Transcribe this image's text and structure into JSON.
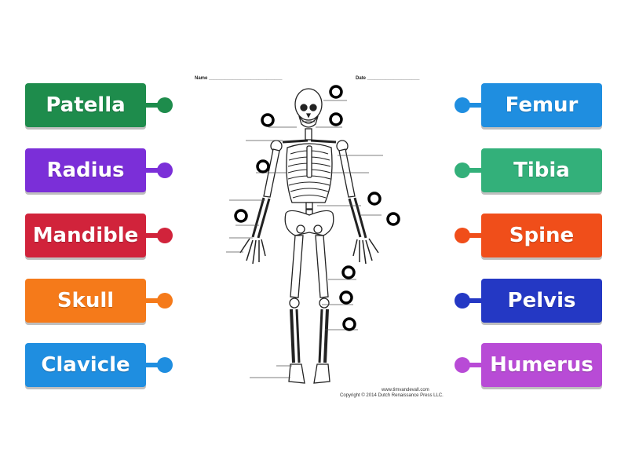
{
  "left_tiles": [
    {
      "label": "Patella",
      "color": "#1e8c4c"
    },
    {
      "label": "Radius",
      "color": "#7b2fd8"
    },
    {
      "label": "Mandible",
      "color": "#d1233b"
    },
    {
      "label": "Skull",
      "color": "#f57a1a"
    },
    {
      "label": "Clavicle",
      "color": "#1f8ee0"
    }
  ],
  "right_tiles": [
    {
      "label": "Femur",
      "color": "#1f8ee0"
    },
    {
      "label": "Tibia",
      "color": "#33b07a"
    },
    {
      "label": "Spine",
      "color": "#f04e1a"
    },
    {
      "label": "Pelvis",
      "color": "#2438c4"
    },
    {
      "label": "Humerus",
      "color": "#b84bd6"
    }
  ],
  "worksheet": {
    "name_label": "Name ____________________________",
    "date_label": "Date ____________________",
    "website": "www.timvandevall.com",
    "copyright": "Copyright © 2014 Dutch Renaissance Press LLC."
  },
  "drop_targets": [
    {
      "id": 1
    },
    {
      "id": 2
    },
    {
      "id": 3
    },
    {
      "id": 4
    },
    {
      "id": 5
    },
    {
      "id": 6
    },
    {
      "id": 7
    },
    {
      "id": 8
    },
    {
      "id": 9
    },
    {
      "id": 10
    },
    {
      "id": 11
    }
  ]
}
